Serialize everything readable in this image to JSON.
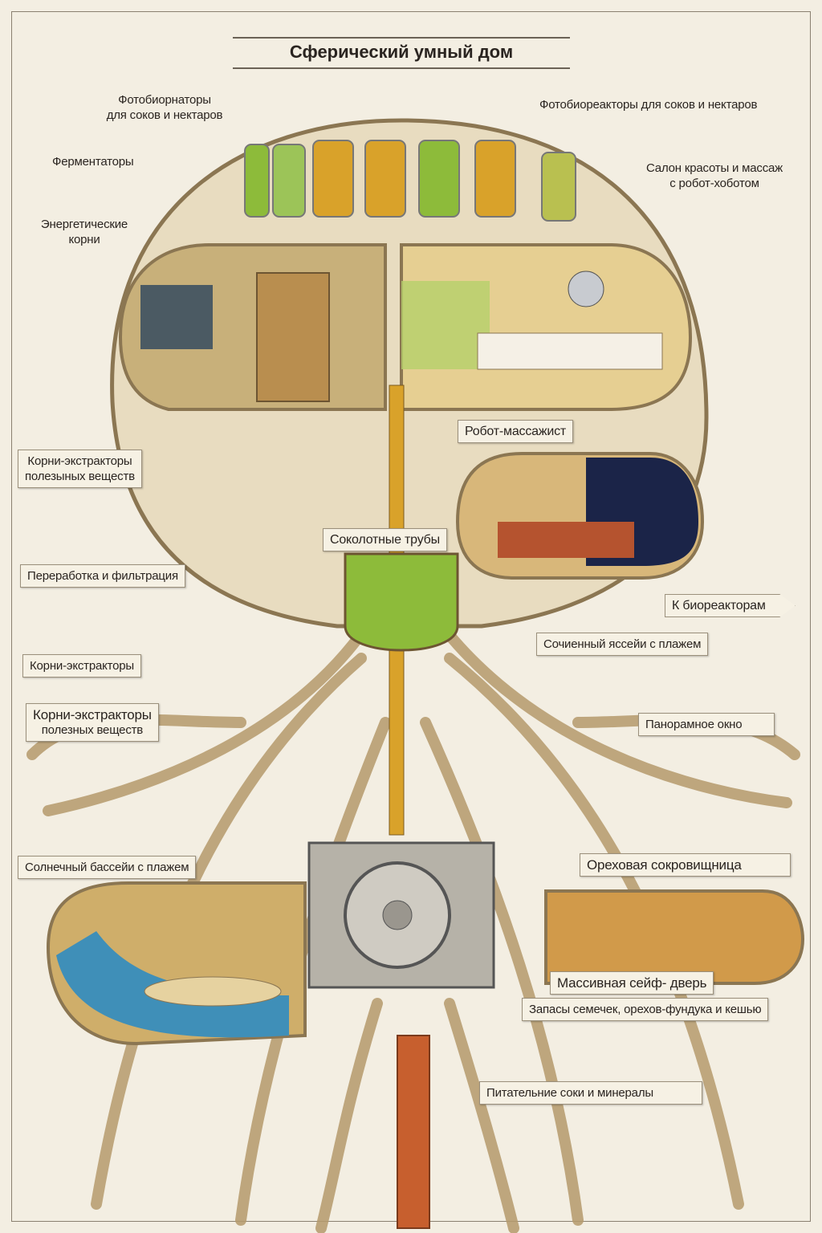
{
  "title": "Сферический умный дом",
  "labels": {
    "photobio_left_1": "Фотобиорнаторы",
    "photobio_left_2": "для соков и нектаров",
    "photobio_right": "Фотобиореакторы для соков и нектаров",
    "fermenters": "Ферментаторы",
    "beauty_1": "Салон красоты и массаж",
    "beauty_2": "с робот-хоботом",
    "energy_1": "Энергетические",
    "energy_2": "корни",
    "robot": "Робот-массажист",
    "extract1_1": "Корни-экстракторы",
    "extract1_2": "полезыных веществ",
    "pipes": "Соколотные трубы",
    "processing": "Переработка и фильтрация",
    "to_bioreactors": "К биореакторам",
    "juicy_pool": "Сочиенный яссейи с плажем",
    "extract2": "Корни-экстракторы",
    "extract3_1": "Корни-экстракторы",
    "extract3_2": "полезных веществ",
    "panorama": "Панорамное окно",
    "sun_pool": "Солнечный бассейи с плажем",
    "nut_treasury": "Ореховая сокровищница",
    "safe_door": "Массивная сейф- дверь",
    "stocks": "Запасы семечек, орехов-фундука и кешью",
    "nutrients": "Питательние соки и минералы"
  },
  "colors": {
    "paper": "#f3eee2",
    "shell": "#e8dcc0",
    "root": "#c9b48c",
    "juice_green": "#8dbb3a",
    "juice_amber": "#d9a22a",
    "water": "#3f8fb8",
    "night": "#1b2448"
  }
}
